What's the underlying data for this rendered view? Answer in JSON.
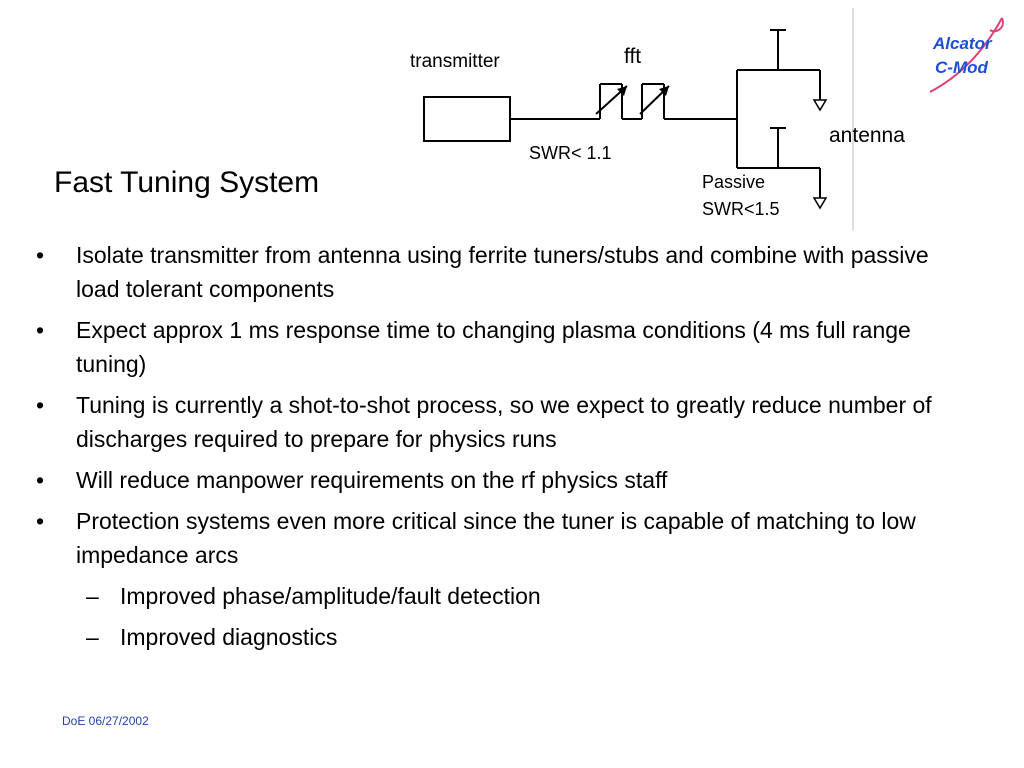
{
  "slide": {
    "title": "Fast Tuning System",
    "footer": "DoE 06/27/2002"
  },
  "diagram": {
    "labels": {
      "transmitter": "transmitter",
      "fft": "fft",
      "antenna": "antenna",
      "swr_fft": "SWR< 1.1",
      "passive": "Passive",
      "swr_passive": "SWR<1.5"
    }
  },
  "logo": {
    "line1": "Alcator",
    "line2": "C-Mod",
    "color": "#1a4fd6",
    "swoosh_color": "#e0407a"
  },
  "bullets": [
    "Isolate transmitter from antenna using ferrite tuners/stubs and combine with passive load tolerant components",
    "Expect approx 1 ms response time to changing plasma conditions (4 ms full range tuning)",
    "Tuning is currently a shot-to-shot process, so we expect to greatly reduce number of discharges required to prepare for physics runs",
    "Will reduce manpower requirements on the rf physics staff",
    "Protection systems even more critical since the tuner is capable of matching to low impedance arcs"
  ],
  "sub_bullets": [
    "Improved phase/amplitude/fault detection",
    "Improved diagnostics"
  ]
}
